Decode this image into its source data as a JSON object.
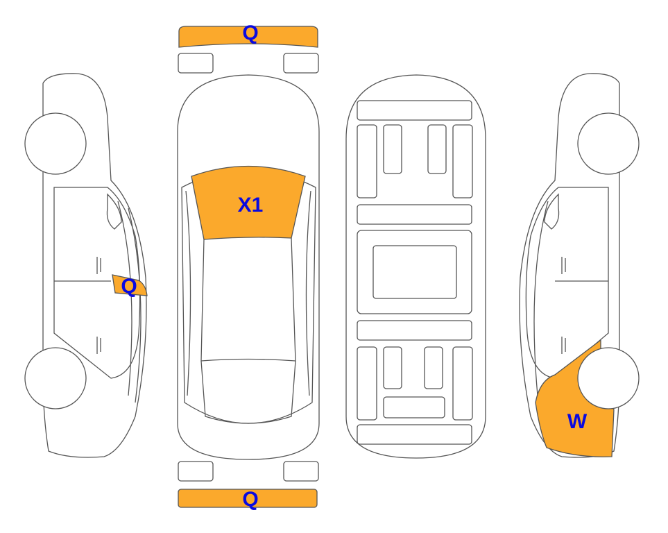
{
  "colors": {
    "damage": "#FBA92C",
    "label": "#0A0AE0",
    "outline": "#555555"
  },
  "marks": {
    "front_bumper": "Q",
    "windshield": "X1",
    "left_side_window": "Q",
    "rear_bumper": "Q",
    "right_rear_fender": "W"
  }
}
